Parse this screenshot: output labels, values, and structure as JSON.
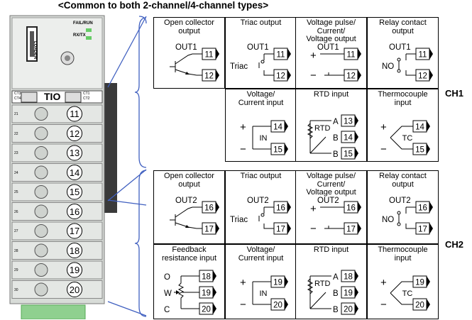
{
  "title": "<Common to both 2-channel/4-channel types>",
  "device": {
    "led_labels": [
      "FAIL/RUN",
      "RX/TX"
    ],
    "loader_label": "LOADER",
    "brand_label": "TIO",
    "ch_labels": [
      "CH1",
      "CH2"
    ],
    "ct_labels": [
      "CT3",
      "CT4",
      "CT1",
      "CT2"
    ],
    "terminal_numbers": [
      "11",
      "12",
      "13",
      "14",
      "15",
      "16",
      "17",
      "18",
      "19",
      "20"
    ],
    "left_small_numbers": [
      "21",
      "22",
      "23",
      "24",
      "25",
      "26",
      "27",
      "28",
      "29",
      "30"
    ]
  },
  "ch1": {
    "label": "CH1",
    "outputs": [
      {
        "title": "Open collector\noutput",
        "out": "OUT1",
        "t1": "11",
        "t2": "12"
      },
      {
        "title": "Triac output",
        "out": "OUT1",
        "sub": "Triac",
        "t1": "11",
        "t2": "12"
      },
      {
        "title": "Voltage pulse/\nCurrent/\nVoltage output",
        "out": "OUT1",
        "plus": "+",
        "minus": "−",
        "t1": "11",
        "t2": "12"
      },
      {
        "title": "Relay contact\noutput",
        "out": "OUT1",
        "sub": "NO",
        "t1": "11",
        "t2": "12"
      }
    ],
    "inputs": [
      {
        "title": "Voltage/\nCurrent input",
        "plus": "+",
        "minus": "−",
        "mid": "IN",
        "t1": "14",
        "t2": "15"
      },
      {
        "title": "RTD input",
        "mid": "RTD",
        "a": "A",
        "b1": "B",
        "b2": "B",
        "t1": "13",
        "t2": "14",
        "t3": "15"
      },
      {
        "title": "Thermocouple\ninput",
        "plus": "+",
        "minus": "−",
        "mid": "TC",
        "t1": "14",
        "t2": "15"
      }
    ]
  },
  "ch2": {
    "label": "CH2",
    "outputs": [
      {
        "title": "Open collector\noutput",
        "out": "OUT2",
        "t1": "16",
        "t2": "17"
      },
      {
        "title": "Triac output",
        "out": "OUT2",
        "sub": "Triac",
        "t1": "16",
        "t2": "17"
      },
      {
        "title": "Voltage pulse/\nCurrent/\nVoltage output",
        "out": "OUT2",
        "plus": "+",
        "minus": "−",
        "t1": "16",
        "t2": "17"
      },
      {
        "title": "Relay contact\noutput",
        "out": "OUT2",
        "sub": "NO",
        "t1": "16",
        "t2": "17"
      }
    ],
    "inputs": [
      {
        "title": "Feedback\nresistance input",
        "o": "O",
        "w": "W",
        "c": "C",
        "t1": "18",
        "t2": "19",
        "t3": "20"
      },
      {
        "title": "Voltage/\nCurrent input",
        "plus": "+",
        "minus": "−",
        "mid": "IN",
        "t1": "19",
        "t2": "20"
      },
      {
        "title": "RTD input",
        "mid": "RTD",
        "a": "A",
        "b1": "B",
        "b2": "B",
        "t1": "18",
        "t2": "19",
        "t3": "20"
      },
      {
        "title": "Thermocouple\ninput",
        "plus": "+",
        "minus": "−",
        "mid": "TC",
        "t1": "19",
        "t2": "20"
      }
    ]
  }
}
